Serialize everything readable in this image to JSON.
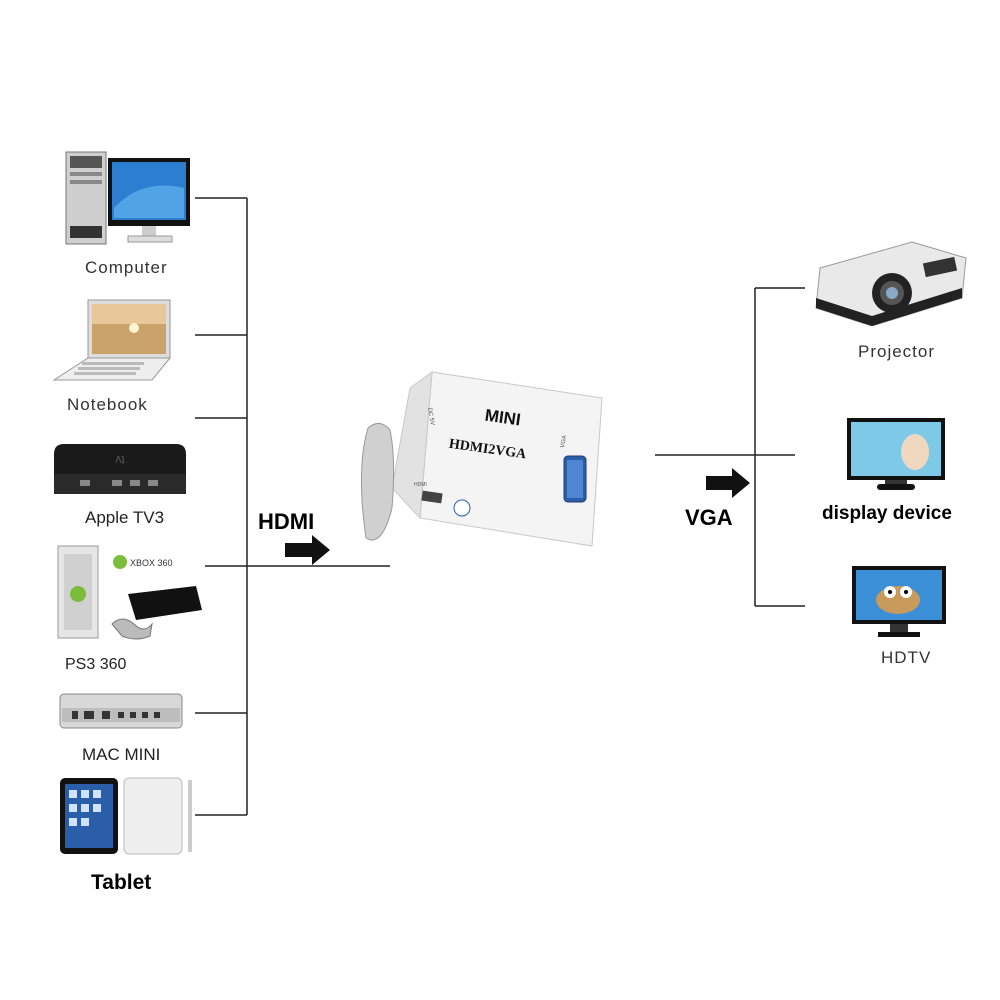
{
  "inputs": {
    "computer": "Computer",
    "notebook": "Notebook",
    "apple_tv": "Apple TV3",
    "ps3": "PS3  360",
    "mac_mini": "MAC MINI",
    "tablet": "Tablet"
  },
  "outputs": {
    "projector": "Projector",
    "display_device": "display device",
    "hdtv": "HDTV"
  },
  "connection": {
    "input_signal": "HDMI",
    "output_signal": "VGA"
  },
  "adapter": {
    "brand": "MINI",
    "model": "HDMI2VGA",
    "hdmi_port": "HDMI",
    "vga_port": "VGA",
    "power_port": "DC 5V"
  },
  "logos": {
    "xbox_logo": "XBOX 360",
    "appletv_logo": "tv"
  },
  "colors": {
    "line": "#222222",
    "device_dark": "#1a1a1a",
    "screen_blue": "#2c7fd0"
  }
}
